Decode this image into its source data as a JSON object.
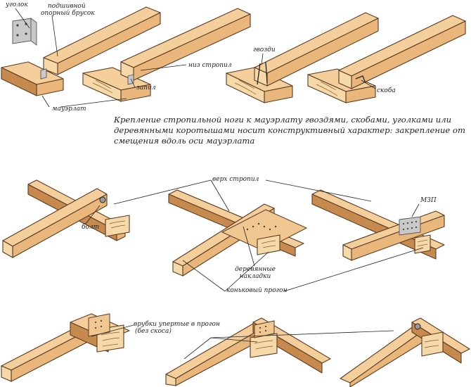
{
  "top_labels": {
    "corner": "уголок",
    "support_bar_l1": "подшивной",
    "support_bar_l2": "опорный брусок",
    "rafter_bottom": "низ стропил",
    "notch": "запил",
    "mauerlat": "мауэрлат",
    "nails": "гвозди",
    "staple": "скоба"
  },
  "caption": "Крепление стропильной ноги к мауэрлату гвоздями, скобами, уголками или деревянными коротышами носит конструктивный характер: закрепление от смещения вдоль оси мауэрлата",
  "ridge_labels": {
    "rafter_top": "верх стропил",
    "mzp": "МЗП",
    "bolt": "болт",
    "wood_pads_l1": "деревянные",
    "wood_pads_l2": "накладки",
    "ridge_purlin": "коньковый прогон",
    "cuts_l1": "врубки упертые в прогон",
    "cuts_l2": "(без скоса)"
  }
}
